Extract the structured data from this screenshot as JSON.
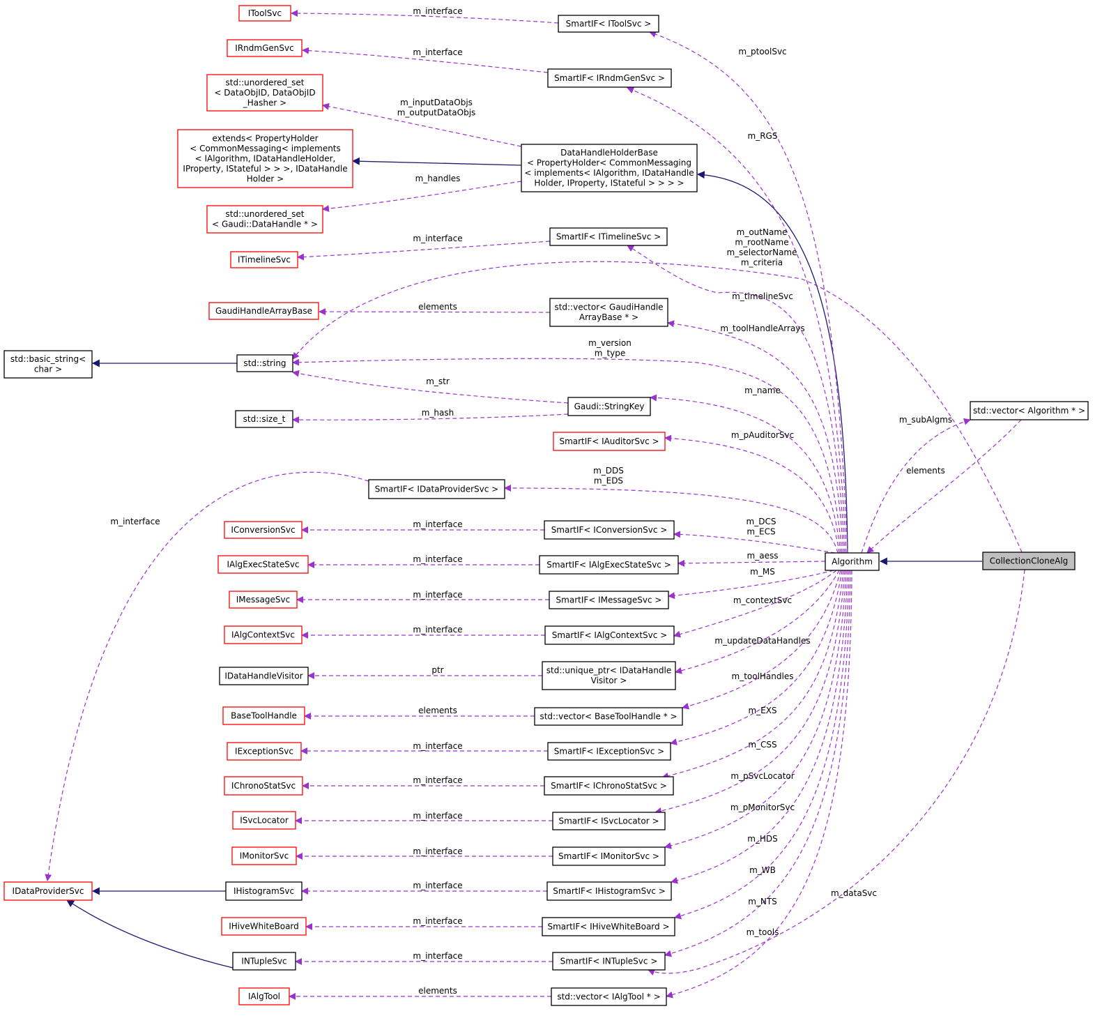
{
  "diagram": {
    "title": "",
    "colors": {
      "association_edge": "#9a32cd",
      "inheritance_edge": "#191970",
      "external_node_border": "#ff0000",
      "internal_node_border": "#000000",
      "focus_node_fill": "#bfbfbf"
    },
    "nodes": [
      {
        "id": "IToolSvc",
        "lines": [
          "IToolSvc"
        ],
        "border": "red"
      },
      {
        "id": "SmartIF_IToolSvc",
        "lines": [
          "SmartIF< IToolSvc >"
        ],
        "border": "black"
      },
      {
        "id": "IRndmGenSvc",
        "lines": [
          "IRndmGenSvc"
        ],
        "border": "red"
      },
      {
        "id": "SmartIF_IRndmGenSvc",
        "lines": [
          "SmartIF< IRndmGenSvc >"
        ],
        "border": "black"
      },
      {
        "id": "unordered_set_DataObjID",
        "lines": [
          "std::unordered_set",
          "< DataObjID, DataObjID",
          "_Hasher >"
        ],
        "border": "red"
      },
      {
        "id": "extends_PropertyHolder",
        "lines": [
          "extends< PropertyHolder",
          "< CommonMessaging< implements",
          "< IAlgorithm, IDataHandleHolder,",
          " IProperty, IStateful > > >, IDataHandle",
          "Holder >"
        ],
        "border": "red"
      },
      {
        "id": "DataHandleHolderBase",
        "lines": [
          "DataHandleHolderBase",
          "< PropertyHolder< CommonMessaging",
          "< implements< IAlgorithm, IDataHandle",
          "Holder, IProperty, IStateful > > > >"
        ],
        "border": "black"
      },
      {
        "id": "unordered_set_DataHandle",
        "lines": [
          "std::unordered_set",
          "< Gaudi::DataHandle * >"
        ],
        "border": "red"
      },
      {
        "id": "ITimelineSvc",
        "lines": [
          "ITimelineSvc"
        ],
        "border": "red"
      },
      {
        "id": "SmartIF_ITimelineSvc",
        "lines": [
          "SmartIF< ITimelineSvc >"
        ],
        "border": "black"
      },
      {
        "id": "GaudiHandleArrayBase",
        "lines": [
          "GaudiHandleArrayBase"
        ],
        "border": "red"
      },
      {
        "id": "vector_GaudiHandleArrayBase",
        "lines": [
          "std::vector< GaudiHandle",
          "ArrayBase * >"
        ],
        "border": "black"
      },
      {
        "id": "basic_string",
        "lines": [
          "std::basic_string<",
          "char >"
        ],
        "border": "black"
      },
      {
        "id": "std_string",
        "lines": [
          "std::string"
        ],
        "border": "black"
      },
      {
        "id": "StringKey",
        "lines": [
          "Gaudi::StringKey"
        ],
        "border": "black"
      },
      {
        "id": "size_t",
        "lines": [
          "std::size_t"
        ],
        "border": "black"
      },
      {
        "id": "SmartIF_IAuditorSvc",
        "lines": [
          "SmartIF< IAuditorSvc >"
        ],
        "border": "red"
      },
      {
        "id": "SmartIF_IDataProviderSvc",
        "lines": [
          "SmartIF< IDataProviderSvc >"
        ],
        "border": "black"
      },
      {
        "id": "vector_Algorithm",
        "lines": [
          "std::vector< Algorithm * >"
        ],
        "border": "black"
      },
      {
        "id": "IConversionSvc",
        "lines": [
          "IConversionSvc"
        ],
        "border": "red"
      },
      {
        "id": "SmartIF_IConversionSvc",
        "lines": [
          "SmartIF< IConversionSvc >"
        ],
        "border": "black"
      },
      {
        "id": "Algorithm",
        "lines": [
          "Algorithm"
        ],
        "border": "black"
      },
      {
        "id": "CollectionCloneAlg",
        "lines": [
          "CollectionCloneAlg"
        ],
        "border": "gray"
      },
      {
        "id": "IAlgExecStateSvc",
        "lines": [
          "IAlgExecStateSvc"
        ],
        "border": "red"
      },
      {
        "id": "SmartIF_IAlgExecStateSvc",
        "lines": [
          "SmartIF< IAlgExecStateSvc >"
        ],
        "border": "black"
      },
      {
        "id": "IMessageSvc",
        "lines": [
          "IMessageSvc"
        ],
        "border": "red"
      },
      {
        "id": "SmartIF_IMessageSvc",
        "lines": [
          "SmartIF< IMessageSvc >"
        ],
        "border": "black"
      },
      {
        "id": "IAlgContextSvc",
        "lines": [
          "IAlgContextSvc"
        ],
        "border": "red"
      },
      {
        "id": "SmartIF_IAlgContextSvc",
        "lines": [
          "SmartIF< IAlgContextSvc >"
        ],
        "border": "black"
      },
      {
        "id": "IDataHandleVisitor",
        "lines": [
          "IDataHandleVisitor"
        ],
        "border": "black"
      },
      {
        "id": "unique_ptr_IDataHandleVisitor",
        "lines": [
          "std::unique_ptr< IDataHandle",
          "Visitor >"
        ],
        "border": "black"
      },
      {
        "id": "BaseToolHandle",
        "lines": [
          "BaseToolHandle"
        ],
        "border": "red"
      },
      {
        "id": "vector_BaseToolHandle",
        "lines": [
          "std::vector< BaseToolHandle * >"
        ],
        "border": "black"
      },
      {
        "id": "IExceptionSvc",
        "lines": [
          "IExceptionSvc"
        ],
        "border": "red"
      },
      {
        "id": "SmartIF_IExceptionSvc",
        "lines": [
          "SmartIF< IExceptionSvc >"
        ],
        "border": "black"
      },
      {
        "id": "IChronoStatSvc",
        "lines": [
          "IChronoStatSvc"
        ],
        "border": "red"
      },
      {
        "id": "SmartIF_IChronoStatSvc",
        "lines": [
          "SmartIF< IChronoStatSvc >"
        ],
        "border": "black"
      },
      {
        "id": "ISvcLocator",
        "lines": [
          "ISvcLocator"
        ],
        "border": "red"
      },
      {
        "id": "SmartIF_ISvcLocator",
        "lines": [
          "SmartIF< ISvcLocator >"
        ],
        "border": "black"
      },
      {
        "id": "IMonitorSvc",
        "lines": [
          "IMonitorSvc"
        ],
        "border": "red"
      },
      {
        "id": "SmartIF_IMonitorSvc",
        "lines": [
          "SmartIF< IMonitorSvc >"
        ],
        "border": "black"
      },
      {
        "id": "IDataProviderSvc",
        "lines": [
          "IDataProviderSvc"
        ],
        "border": "red"
      },
      {
        "id": "IHistogramSvc",
        "lines": [
          "IHistogramSvc"
        ],
        "border": "black"
      },
      {
        "id": "SmartIF_IHistogramSvc",
        "lines": [
          "SmartIF< IHistogramSvc >"
        ],
        "border": "black"
      },
      {
        "id": "IHiveWhiteBoard",
        "lines": [
          "IHiveWhiteBoard"
        ],
        "border": "red"
      },
      {
        "id": "SmartIF_IHiveWhiteBoard",
        "lines": [
          "SmartIF< IHiveWhiteBoard >"
        ],
        "border": "black"
      },
      {
        "id": "INTupleSvc",
        "lines": [
          "INTupleSvc"
        ],
        "border": "black"
      },
      {
        "id": "SmartIF_INTupleSvc",
        "lines": [
          "SmartIF< INTupleSvc >"
        ],
        "border": "black"
      },
      {
        "id": "IAlgTool",
        "lines": [
          "IAlgTool"
        ],
        "border": "red"
      },
      {
        "id": "vector_IAlgTool",
        "lines": [
          "std::vector< IAlgTool * >"
        ],
        "border": "black"
      }
    ],
    "edge_labels": [
      {
        "id": "IToolSvc",
        "lines": [
          "m_interface"
        ]
      },
      {
        "id": "ptoolSvc",
        "lines": [
          "m_ptoolSvc"
        ]
      },
      {
        "id": "IRndmGenSvc",
        "lines": [
          "m_interface"
        ]
      },
      {
        "id": "RGS",
        "lines": [
          "m_RGS"
        ]
      },
      {
        "id": "dataObjs",
        "lines": [
          "m_inputDataObjs",
          "m_outputDataObjs"
        ]
      },
      {
        "id": "handles",
        "lines": [
          "m_handles"
        ]
      },
      {
        "id": "ITimelineSvc",
        "lines": [
          "m_interface"
        ]
      },
      {
        "id": "stringNames",
        "lines": [
          "m_outName",
          "m_rootName",
          "m_selectorName",
          "m_criteria"
        ]
      },
      {
        "id": "timelineSvc",
        "lines": [
          "m_timelineSvc"
        ]
      },
      {
        "id": "GaudiHandleArrayBase",
        "lines": [
          "elements"
        ]
      },
      {
        "id": "toolHandleArrays",
        "lines": [
          "m_toolHandleArrays"
        ]
      },
      {
        "id": "versionType",
        "lines": [
          "m_version",
          "m_type"
        ]
      },
      {
        "id": "str",
        "lines": [
          "m_str"
        ]
      },
      {
        "id": "name",
        "lines": [
          "m_name"
        ]
      },
      {
        "id": "hash",
        "lines": [
          "m_hash"
        ]
      },
      {
        "id": "subAlgms",
        "lines": [
          "m_subAlgms"
        ]
      },
      {
        "id": "pAuditorSvc",
        "lines": [
          "m_pAuditorSvc"
        ]
      },
      {
        "id": "algElements",
        "lines": [
          "elements"
        ]
      },
      {
        "id": "DDS_EDS",
        "lines": [
          "m_DDS",
          "m_EDS"
        ]
      },
      {
        "id": "IDataProviderSvc",
        "lines": [
          "m_interface"
        ]
      },
      {
        "id": "IConversionSvc",
        "lines": [
          "m_interface"
        ]
      },
      {
        "id": "DCS_ECS",
        "lines": [
          "m_DCS",
          "m_ECS"
        ]
      },
      {
        "id": "IAlgExecStateSvc",
        "lines": [
          "m_interface"
        ]
      },
      {
        "id": "aess",
        "lines": [
          "m_aess"
        ]
      },
      {
        "id": "MS",
        "lines": [
          "m_MS"
        ]
      },
      {
        "id": "IMessageSvc",
        "lines": [
          "m_interface"
        ]
      },
      {
        "id": "contextSvc",
        "lines": [
          "m_contextSvc"
        ]
      },
      {
        "id": "IAlgContextSvc",
        "lines": [
          "m_interface"
        ]
      },
      {
        "id": "updateDataHandles",
        "lines": [
          "m_updateDataHandles"
        ]
      },
      {
        "id": "ptr",
        "lines": [
          "ptr"
        ]
      },
      {
        "id": "toolHandles",
        "lines": [
          "m_toolHandles"
        ]
      },
      {
        "id": "BaseToolHandle",
        "lines": [
          "elements"
        ]
      },
      {
        "id": "EXS",
        "lines": [
          "m_EXS"
        ]
      },
      {
        "id": "IExceptionSvc",
        "lines": [
          "m_interface"
        ]
      },
      {
        "id": "CSS",
        "lines": [
          "m_CSS"
        ]
      },
      {
        "id": "IChronoStatSvc",
        "lines": [
          "m_interface"
        ]
      },
      {
        "id": "pSvcLocator",
        "lines": [
          "m_pSvcLocator"
        ]
      },
      {
        "id": "ISvcLocator",
        "lines": [
          "m_interface"
        ]
      },
      {
        "id": "pMonitorSvc",
        "lines": [
          "m_pMonitorSvc"
        ]
      },
      {
        "id": "IMonitorSvc",
        "lines": [
          "m_interface"
        ]
      },
      {
        "id": "HDS",
        "lines": [
          "m_HDS"
        ]
      },
      {
        "id": "IHistogramSvc",
        "lines": [
          "m_interface"
        ]
      },
      {
        "id": "WB",
        "lines": [
          "m_WB"
        ]
      },
      {
        "id": "dataSvc",
        "lines": [
          "m_dataSvc"
        ]
      },
      {
        "id": "IHiveWhiteBoard",
        "lines": [
          "m_interface"
        ]
      },
      {
        "id": "NTS",
        "lines": [
          "m_NTS"
        ]
      },
      {
        "id": "INTupleSvc",
        "lines": [
          "m_interface"
        ]
      },
      {
        "id": "tools",
        "lines": [
          "m_tools"
        ]
      },
      {
        "id": "IAlgTool",
        "lines": [
          "elements"
        ]
      }
    ]
  }
}
